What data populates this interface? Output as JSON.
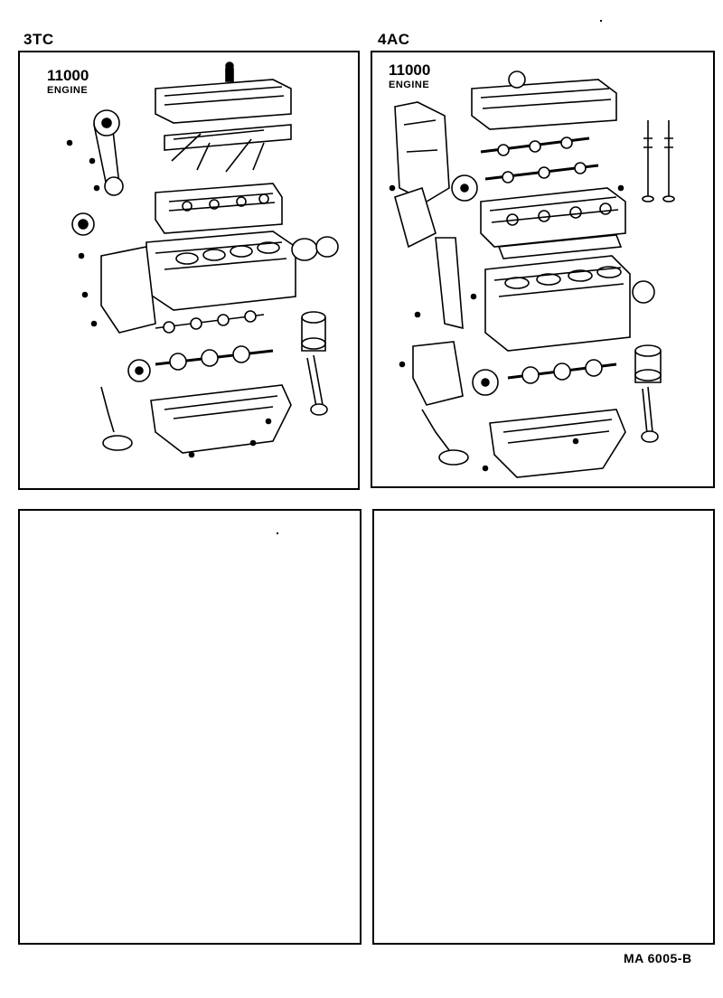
{
  "sections": [
    {
      "heading": "3TC",
      "code": "11000",
      "subtitle": "ENGINE"
    },
    {
      "heading": "4AC",
      "code": "11000",
      "subtitle": "ENGINE"
    }
  ],
  "footer": {
    "reference": "MA 6005-B"
  },
  "icons": [
    "engine-3tc-exploded-illustration",
    "engine-4ac-exploded-illustration"
  ]
}
